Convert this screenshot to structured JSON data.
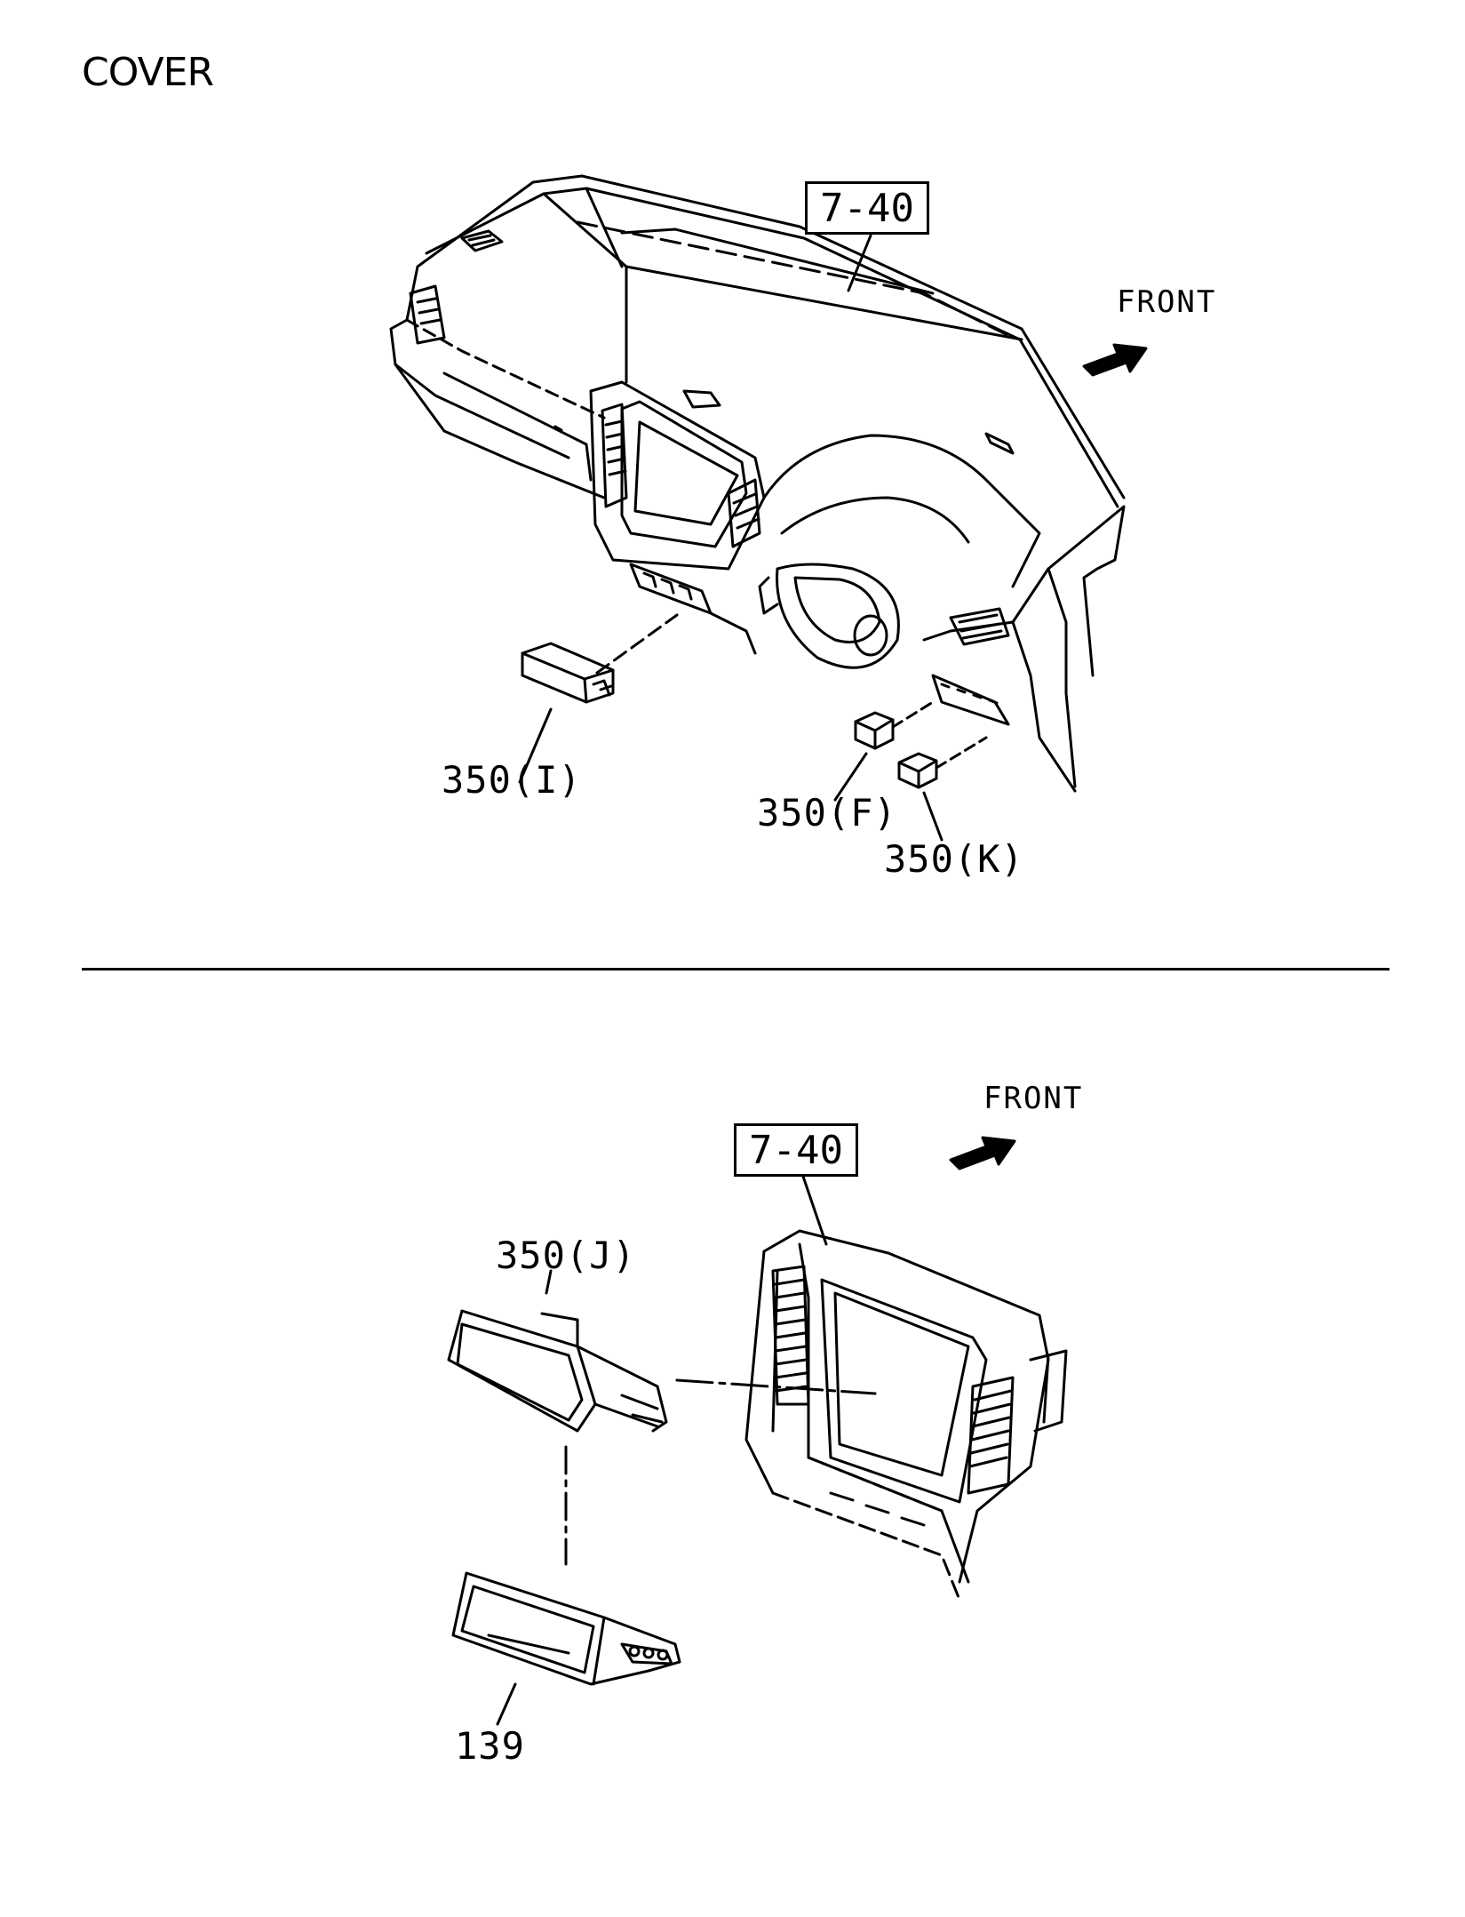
{
  "title": "COVER",
  "top_section": {
    "ref_box": "7-40",
    "front_label": "FRONT",
    "parts": [
      "350(I)",
      "350(F)",
      "350(K)"
    ]
  },
  "bottom_section": {
    "ref_box": "7-40",
    "front_label": "FRONT",
    "parts": [
      "350(J)",
      "139"
    ]
  },
  "icons": [
    "front-arrow-icon"
  ]
}
